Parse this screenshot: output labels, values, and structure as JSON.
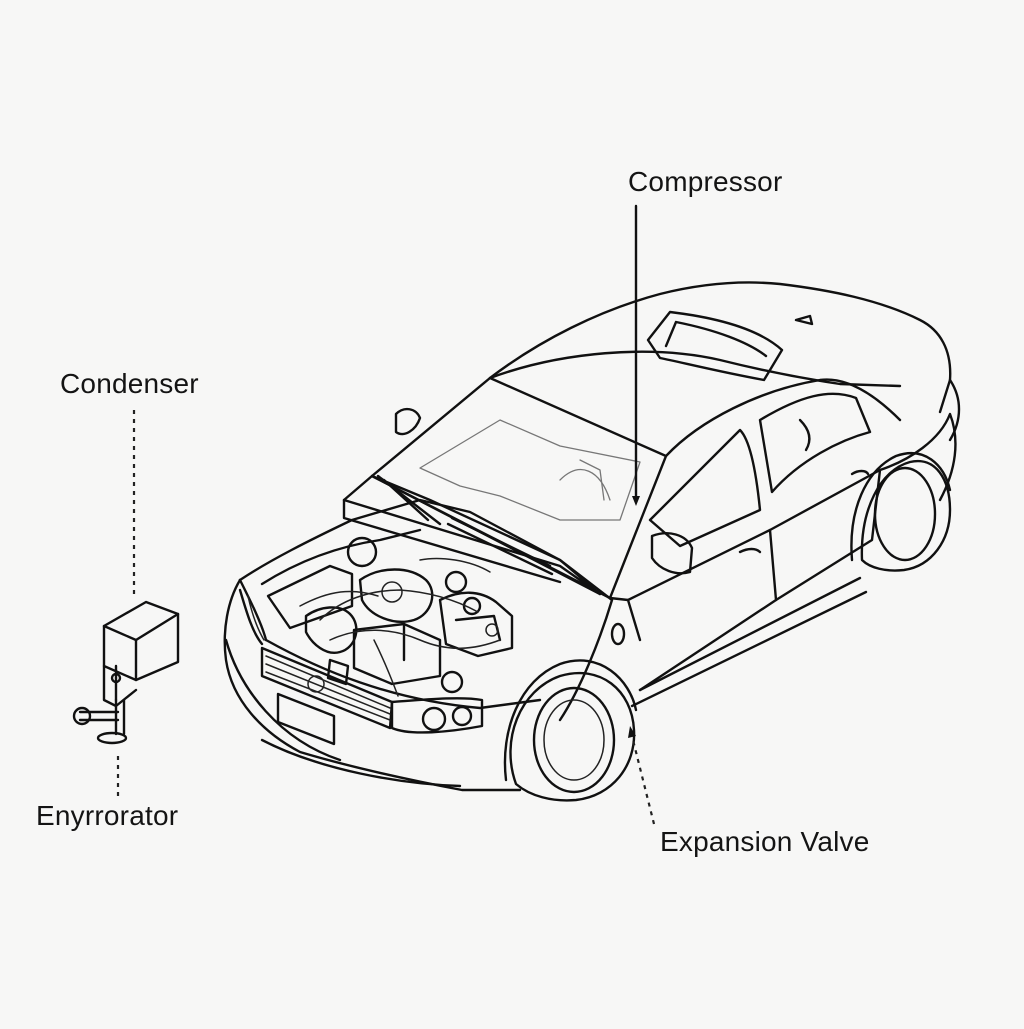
{
  "diagram": {
    "labels": {
      "compressor": "Compressor",
      "condenser": "Condenser",
      "evaporator": "Enyrrorator",
      "expansion_valve": "Expansion Valve"
    },
    "colors": {
      "background": "#f7f7f6",
      "line": "#111111"
    }
  }
}
